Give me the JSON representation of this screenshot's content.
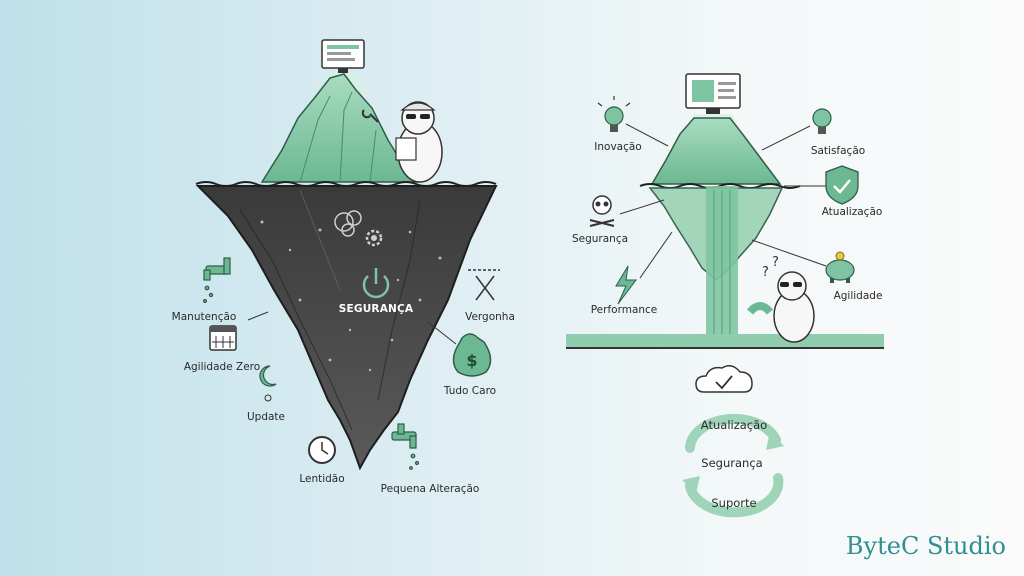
{
  "left_iceberg": {
    "visible_label": "",
    "hidden_center_label": "SEGURANÇA",
    "items": {
      "manutencao": "Manutenção",
      "agilidade_zero": "Agilidade Zero",
      "update": "Update",
      "lentidao": "Lentidão",
      "pequena_alteracao": "Pequena Alteração",
      "vergonha": "Vergonha",
      "tudo_caro": "Tudo Caro"
    }
  },
  "right_iceberg": {
    "items": {
      "inovacao": "Inovação",
      "satisfacao": "Satisfação",
      "atualizacao": "Atualização",
      "seguranca": "Segurança",
      "agilidade": "Agilidade",
      "performance": "Performance"
    },
    "cycle": {
      "top": "Atualização",
      "center": "Segurança",
      "bottom": "Suporte"
    }
  },
  "brand": "ByteC Studio",
  "colors": {
    "green": "#7fc4a2",
    "dark_green": "#3f8f6c",
    "rock": "#4a4a4a",
    "brand": "#2f8f93"
  }
}
